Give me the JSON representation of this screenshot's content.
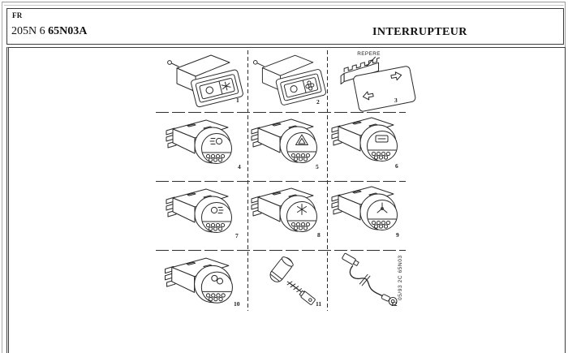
{
  "header": {
    "lang_label": "FR",
    "ref_prefix": "205N 6",
    "ref_code": "65N03A",
    "title": "INTERRUPTEUR"
  },
  "diagram": {
    "repere_label": "REPERE",
    "side_note": "05/93  2C 65N03",
    "items": [
      {
        "num": "1",
        "icon": "rocker-switch-front-indicator-fan"
      },
      {
        "num": "2",
        "icon": "rocker-switch-front-indicator-clover"
      },
      {
        "num": "3",
        "icon": "flat-switch-left-right-arrows"
      },
      {
        "num": "4",
        "icon": "switch-rear-round-connector-foglight"
      },
      {
        "num": "5",
        "icon": "switch-rear-round-connector-hazard-triangle"
      },
      {
        "num": "6",
        "icon": "switch-rear-round-connector-badge"
      },
      {
        "num": "7",
        "icon": "switch-rear-round-connector-foglight"
      },
      {
        "num": "8",
        "icon": "switch-rear-round-connector-snowflake"
      },
      {
        "num": "9",
        "icon": "switch-rear-round-connector-fan"
      },
      {
        "num": "10",
        "icon": "switch-rear-round-connector-twin-circles"
      },
      {
        "num": "11",
        "icon": "bulb-holder-with-braided-cable"
      },
      {
        "num": "12",
        "icon": "wire-with-ring-terminal"
      }
    ]
  },
  "colors": {
    "line_art": "#2a2a2a",
    "frame": "#ababab",
    "box_border": "#3c3c3c",
    "background": "#ffffff"
  }
}
